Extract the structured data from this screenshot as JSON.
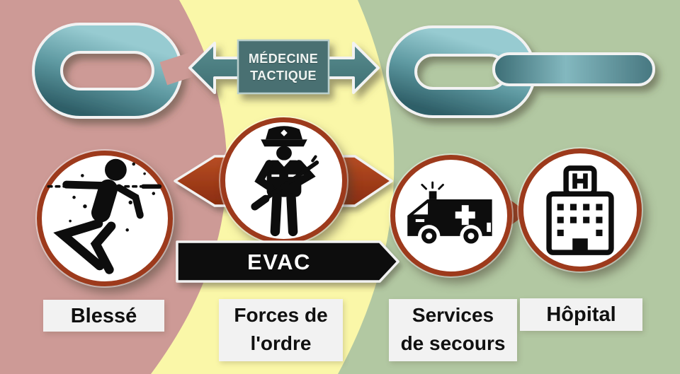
{
  "diagram": {
    "title": {
      "line1": "MÉDECINE",
      "line2": "TACTIQUE"
    },
    "evac_label": "EVAC",
    "labels": {
      "blesse": "Blessé",
      "forces": "Forces de\nl'ordre",
      "secours": "Services\nde secours",
      "hopital": "Hôpital"
    },
    "icons": {
      "left_chain": "broken-chain-link-icon",
      "right_chain": "linked-chain-icon",
      "node1": "wounded-person-icon",
      "node2": "police-officer-icon",
      "node3": "ambulance-icon",
      "node4": "hospital-icon"
    },
    "colors": {
      "zone_left": "#cd9a96",
      "zone_middle": "#faf7a8",
      "zone_right": "#b2c8a2",
      "chain_teal": "#4e868e",
      "arrow_teal": "#4a7c80",
      "brick_red": "#a63d1f",
      "circle_border": "#9d3a1c",
      "evac_black": "#0a0a0a",
      "label_background": "#f2f2f2",
      "icon_black": "#0d0d0d",
      "text_white": "#ffffff"
    }
  }
}
